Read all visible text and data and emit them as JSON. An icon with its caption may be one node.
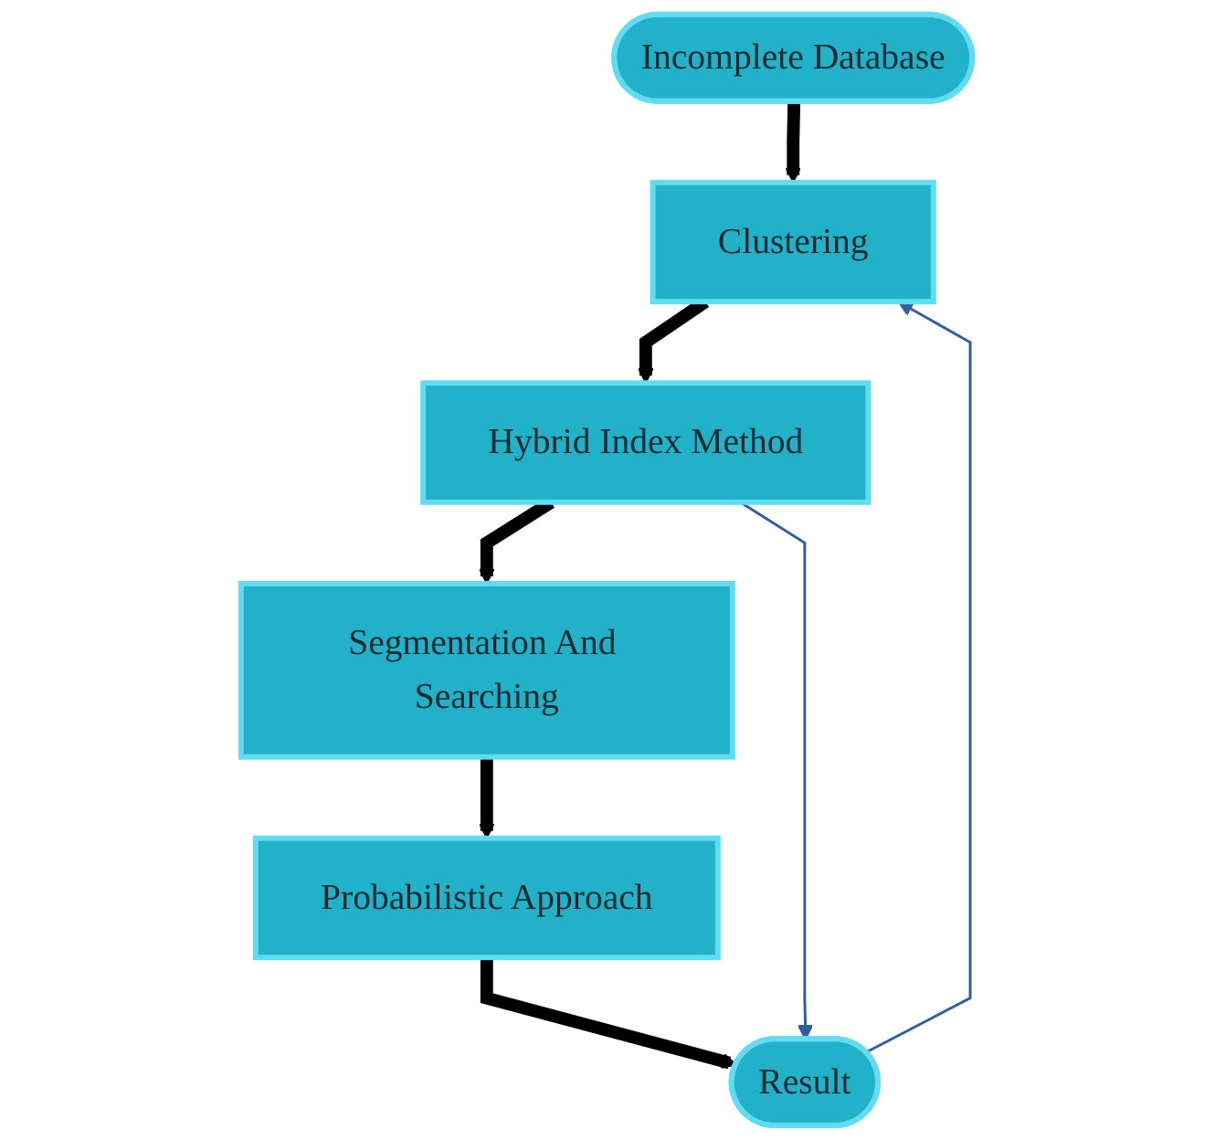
{
  "diagram": {
    "nodes": [
      {
        "text": [
          "Incomplete Database"
        ]
      },
      {
        "text": [
          "Clustering"
        ]
      },
      {
        "text": [
          "Hybrid Index Method"
        ]
      },
      {
        "text": [
          "Segmentation And Searching"
        ]
      },
      {
        "text": [
          "Probabilistic  Approach"
        ]
      },
      {
        "text": [
          "Result"
        ]
      }
    ],
    "edges": [
      {
        "from": 0,
        "to": 1,
        "arrow": "to"
      },
      {
        "from": 1,
        "to": 2,
        "arrow": "to"
      },
      {
        "from": 2,
        "to": 3,
        "arrow": "to"
      },
      {
        "from": 3,
        "to": 4,
        "arrow": "to"
      },
      {
        "from": 4,
        "to": 5,
        "arrow": "to"
      },
      {
        "from": 5,
        "to": 1,
        "arrow": "to",
        "color": "#2f5f9f"
      },
      {
        "from": 2,
        "to": 5,
        "arrow": "to",
        "color": "#2f5f9f"
      }
    ]
  }
}
